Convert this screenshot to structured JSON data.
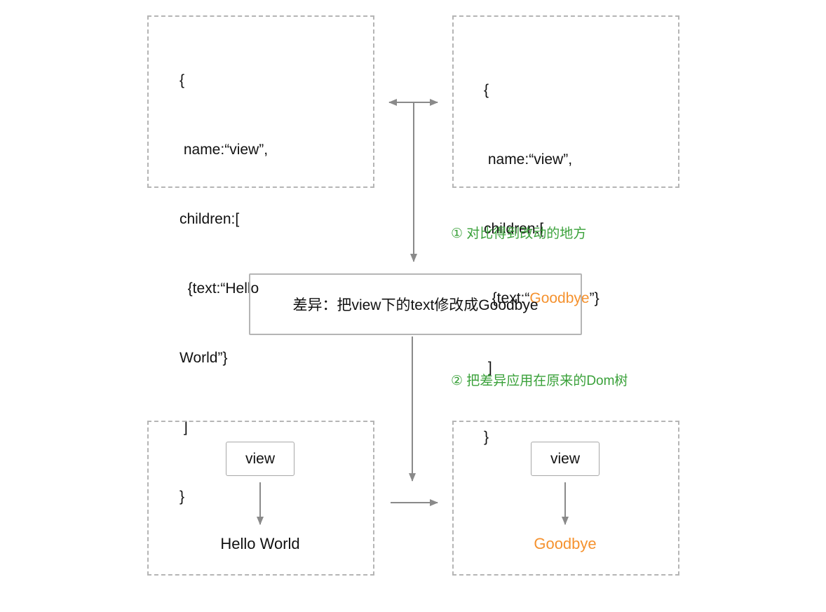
{
  "old_json": {
    "l1": "{",
    "l2": " name:“view”,",
    "l3": "children:[",
    "l4": "  {text:“Hello",
    "l5": "World”}",
    "l6": " ]",
    "l7": "}"
  },
  "new_json": {
    "l1": "{",
    "l2": " name:“view”,",
    "l3": "children:[",
    "l4_prefix": "  {text:“",
    "l4_value": "Goodbye",
    "l4_suffix": "”}",
    "l5": " ]",
    "l6": "}"
  },
  "step1_label": "① 对比得到改动的地方",
  "diff_text": "差异：把view下的text修改成Goodbye",
  "step2_label": "② 把差异应用在原来的Dom树",
  "old_tree": {
    "node": "view",
    "leaf": "Hello World"
  },
  "new_tree": {
    "node": "view",
    "leaf": "Goodbye"
  },
  "colors": {
    "highlight": "#f5922f",
    "step_label": "#3aa13a",
    "arrow": "#8a8a8a",
    "border": "#b5b5b5"
  }
}
